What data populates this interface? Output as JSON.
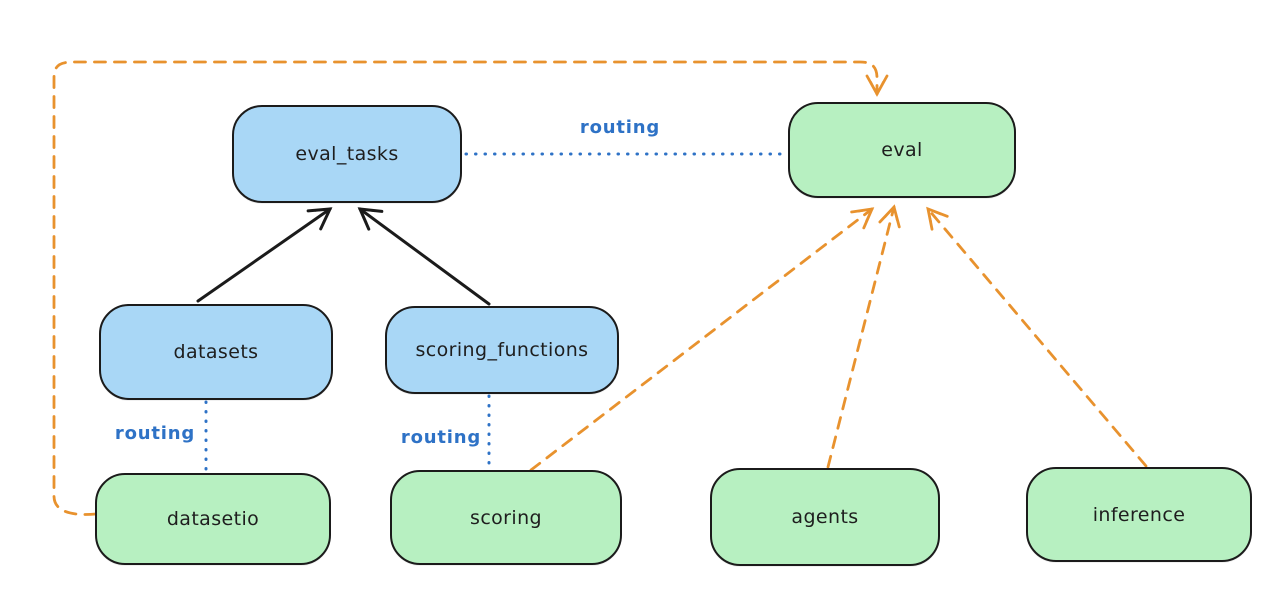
{
  "diagram": {
    "type": "flow-diagram",
    "background": "#ffffff",
    "nodes": {
      "eval_tasks": {
        "label": "eval_tasks",
        "fill": "#a9d7f6"
      },
      "eval": {
        "label": "eval",
        "fill": "#b7f0c1"
      },
      "datasets": {
        "label": "datasets",
        "fill": "#a9d7f6"
      },
      "scoring_functions": {
        "label": "scoring_functions",
        "fill": "#a9d7f6"
      },
      "datasetio": {
        "label": "datasetio",
        "fill": "#b7f0c1"
      },
      "scoring": {
        "label": "scoring",
        "fill": "#b7f0c1"
      },
      "agents": {
        "label": "agents",
        "fill": "#b7f0c1"
      },
      "inference": {
        "label": "inference",
        "fill": "#b7f0c1"
      }
    },
    "edge_labels": {
      "routing_top": "routing",
      "routing_datasets": "routing",
      "routing_scoring": "routing"
    },
    "edges": [
      {
        "from": "datasets",
        "to": "eval_tasks",
        "style": "solid",
        "color": "#1b1b1b",
        "arrow": true
      },
      {
        "from": "scoring_functions",
        "to": "eval_tasks",
        "style": "solid",
        "color": "#1b1b1b",
        "arrow": true
      },
      {
        "from": "eval_tasks",
        "to": "eval",
        "style": "dotted",
        "color": "#2e72c6",
        "arrow": false,
        "label": "routing"
      },
      {
        "from": "datasets",
        "to": "datasetio",
        "style": "dotted",
        "color": "#2e72c6",
        "arrow": false,
        "label": "routing"
      },
      {
        "from": "scoring_functions",
        "to": "scoring",
        "style": "dotted",
        "color": "#2e72c6",
        "arrow": false,
        "label": "routing"
      },
      {
        "from": "datasetio",
        "to": "eval",
        "style": "dashed",
        "color": "#e8922e",
        "arrow": true
      },
      {
        "from": "scoring",
        "to": "eval",
        "style": "dashed",
        "color": "#e8922e",
        "arrow": true
      },
      {
        "from": "agents",
        "to": "eval",
        "style": "dashed",
        "color": "#e8922e",
        "arrow": true
      },
      {
        "from": "inference",
        "to": "eval",
        "style": "dashed",
        "color": "#e8922e",
        "arrow": true
      }
    ],
    "colors": {
      "node_blue": "#a9d7f6",
      "node_green": "#b7f0c1",
      "stroke": "#1b1b1b",
      "routing_blue": "#2e72c6",
      "orange": "#e8922e"
    }
  }
}
